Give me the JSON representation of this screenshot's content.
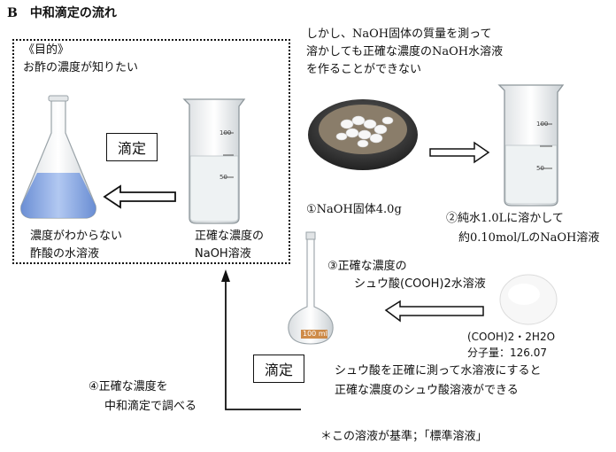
{
  "title": "B　中和滴定の流れ",
  "purpose": {
    "heading": "《目的》",
    "text": "お酢の濃度が知りたい"
  },
  "flask_caption": {
    "line1": "濃度がわからない",
    "line2": "酢酸の水溶液"
  },
  "naoh_beaker_caption": {
    "line1": "正確な濃度の",
    "line2": "NaOH溶液"
  },
  "titration_label_top": "滴定",
  "titration_label_bottom": "滴定",
  "problem_note": {
    "line1": "しかし、NaOH固体の質量を測って",
    "line2": "溶かしても正確な濃度のNaOH水溶液",
    "line3": "を作ることができない"
  },
  "step1": "①NaOH固体4.0g",
  "step2": {
    "line1": "②純水1.0Lに溶かして",
    "line2": "約0.10mol/LのNaOH溶液"
  },
  "step3": {
    "line1": "③正確な濃度の",
    "line2": "シュウ酸(COOH)2水溶液"
  },
  "oxalic_formula": "(COOH)2・2H2O",
  "molar_mass": "分子量：126.07",
  "oxalic_note": {
    "line1": "シュウ酸を正確に測って水溶液にすると",
    "line2": "正確な濃度のシュウ酸溶液ができる"
  },
  "step4": {
    "line1": "④正確な濃度を",
    "line2": "中和滴定で調べる"
  },
  "standard_note": "＊この溶液が基準；「標準溶液」",
  "volumetric_flask_mark": "100 ml",
  "beaker_marks": [
    "100",
    "50"
  ],
  "colors": {
    "line": "#111111",
    "flask_liquid": "#7a9fe0",
    "beaker_liquid": "#e9eef0",
    "pellet_bowl": "#3b3b3b",
    "powder": "#f4f4f4"
  }
}
